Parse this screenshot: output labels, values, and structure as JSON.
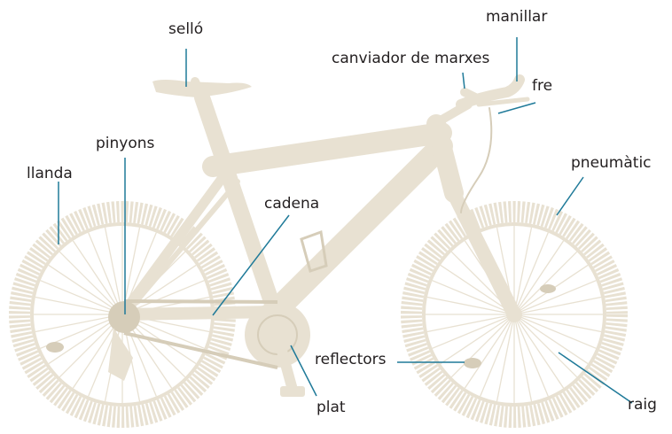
{
  "colors": {
    "bike": "#e8e1d2",
    "bike_detail": "#d6cdb9",
    "leader": "#1f7a99",
    "text": "#231f20"
  },
  "labels": {
    "sello": "selló",
    "manillar": "manillar",
    "canviador": "canviador de marxes",
    "fre": "fre",
    "pinyons": "pinyons",
    "llanda": "llanda",
    "pneumatic": "pneumàtic",
    "cadena": "cadena",
    "reflectors": "reflectors",
    "plat": "plat",
    "raig": "raig"
  }
}
